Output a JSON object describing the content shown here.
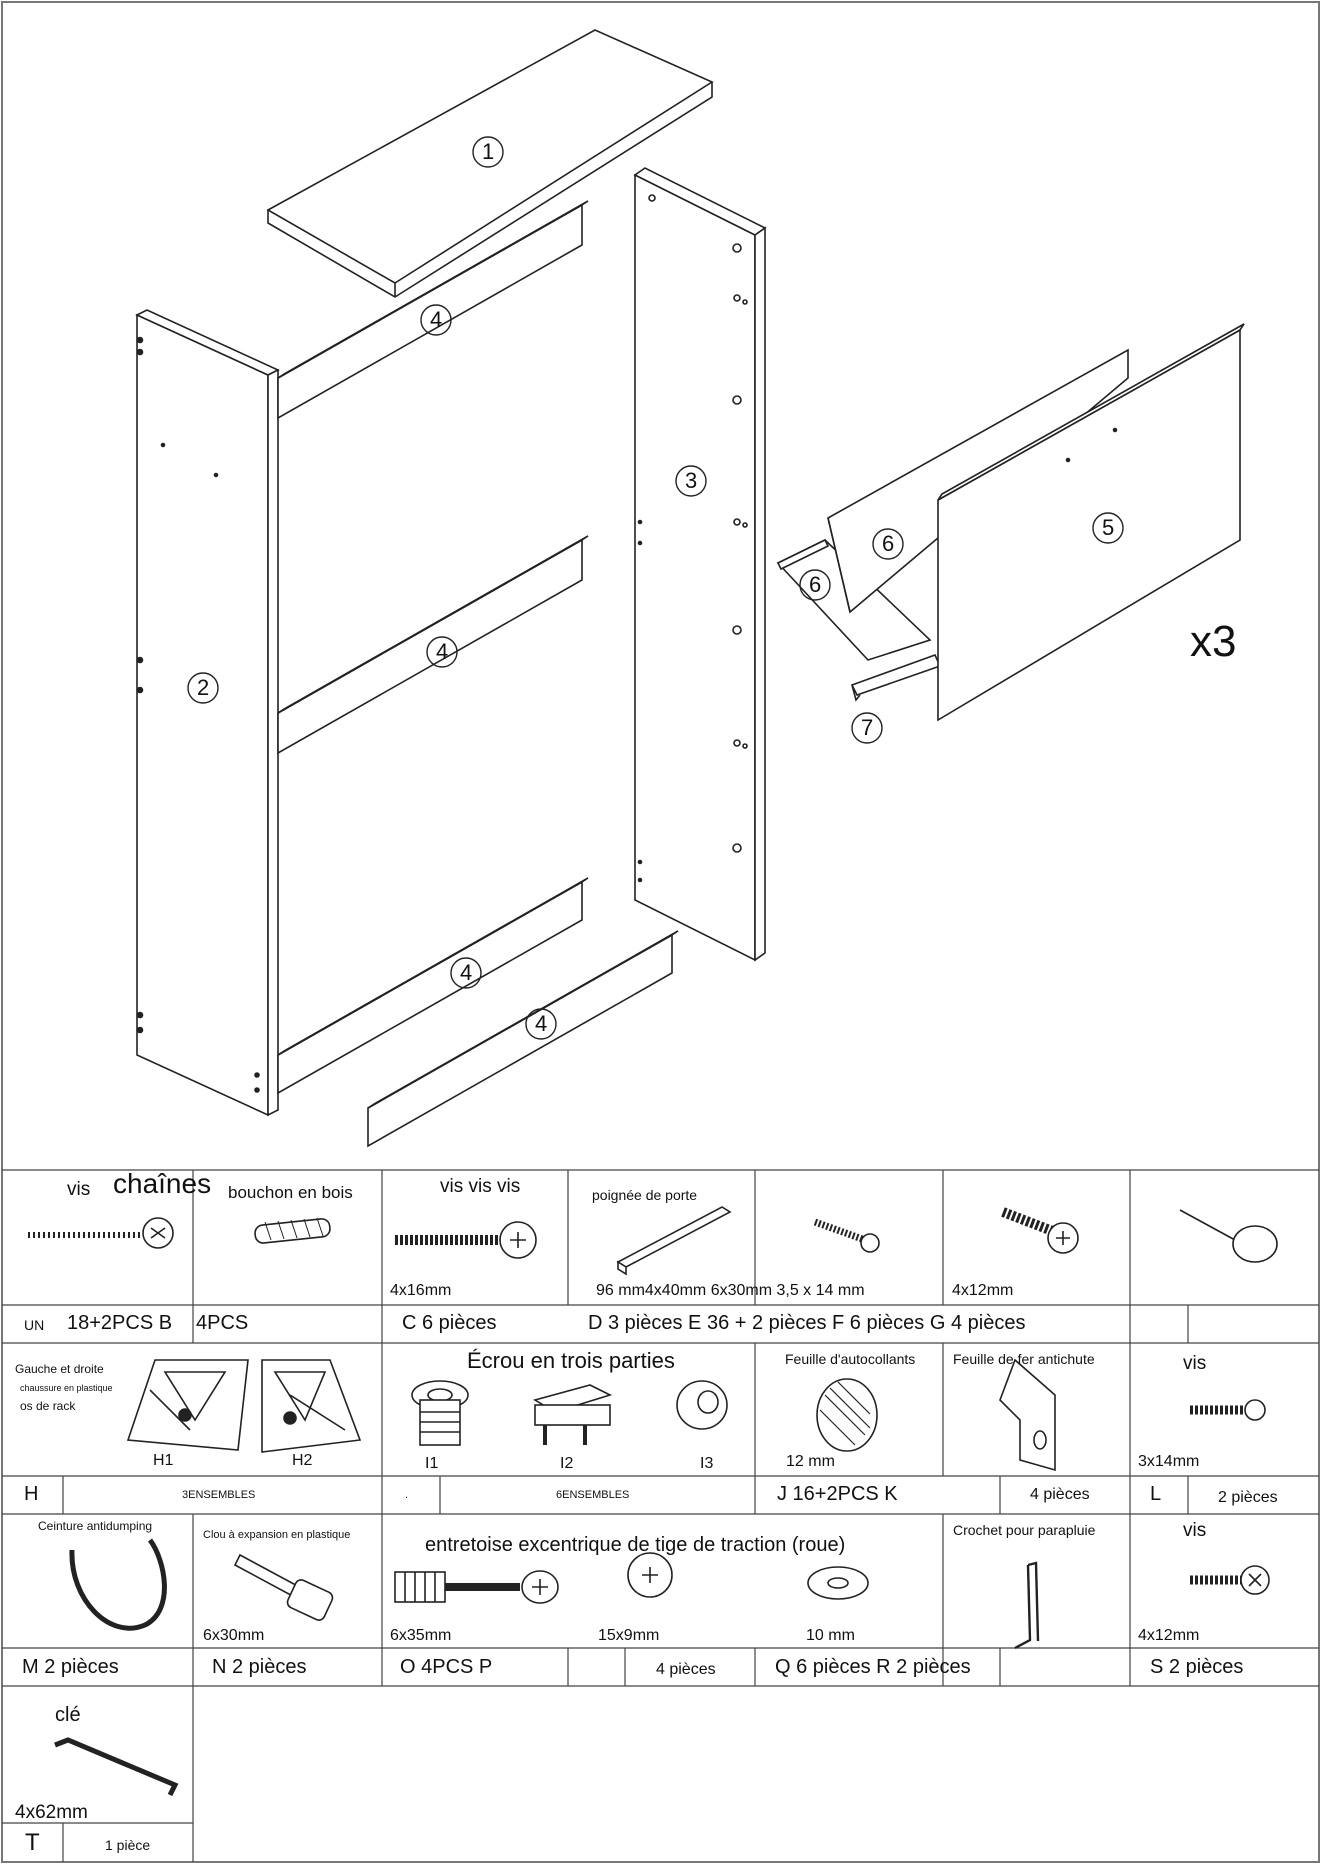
{
  "panels": {
    "p1": "1",
    "p2": "2",
    "p3": "3",
    "p4a": "4",
    "p4b": "4",
    "p4c": "4",
    "p4d": "4",
    "p5": "5",
    "p6a": "6",
    "p6b": "6",
    "p7": "7",
    "multiplier": "x3"
  },
  "hardware": {
    "row1": {
      "screw_a": "vis",
      "chaines": "chaînes",
      "dowel": "bouchon en bois",
      "screw_c": "vis vis vis",
      "handle": "poignée de porte",
      "size_c": "4x16mm",
      "size_d": "96 mm4x40mm 6x30mm 3,5 x 14 mm",
      "size_f": "4x12mm"
    },
    "row1_counts": {
      "a_code": "UN",
      "a_qty": "18+2PCS B",
      "b_qty": "4PCS",
      "c_qty": "C 6 pièces",
      "d_qty": "D 3 pièces E 36 + 2 pièces F 6 pièces G 4 pièces"
    },
    "row2": {
      "hinge_title": "Gauche et droite",
      "hinge_sub1": "chaussure en plastique",
      "hinge_sub2": "os de rack",
      "h1": "H1",
      "h2": "H2",
      "nut_title": "Écrou en trois parties",
      "i1": "I1",
      "i2": "I2",
      "i3": "I3",
      "sticker": "Feuille d'autocollants",
      "sticker_size": "12 mm",
      "iron": "Feuille de fer antichute",
      "screw_l": "vis",
      "screw_l_size": "3x14mm"
    },
    "row2_counts": {
      "h_code": "H",
      "h_qty": "3ENSEMBLES",
      "dot": ".",
      "i_qty": "6ENSEMBLES",
      "jk": "J 16+2PCS K",
      "k_qty": "4 pièces",
      "l_code": "L",
      "l_qty": "2 pièces"
    },
    "row3": {
      "strap": "Ceinture antidumping",
      "anchor": "Clou à expansion en plastique",
      "anchor_size": "6x30mm",
      "cam_title": "entretoise excentrique de tige de traction (roue)",
      "cam_size": "6x35mm",
      "cam_size2": "15x9mm",
      "washer_size": "10 mm",
      "hook": "Crochet pour parapluie",
      "screw_s": "vis",
      "screw_s_size": "4x12mm"
    },
    "row3_counts": {
      "m": "M 2 pièces",
      "n": "N 2 pièces",
      "op": "O 4PCS P",
      "p_qty": "4 pièces",
      "qr": "Q 6 pièces R 2 pièces",
      "s": "S 2 pièces"
    },
    "row4": {
      "key": "clé",
      "key_size": "4x62mm",
      "t_code": "T",
      "t_qty": "1 pièce"
    }
  }
}
